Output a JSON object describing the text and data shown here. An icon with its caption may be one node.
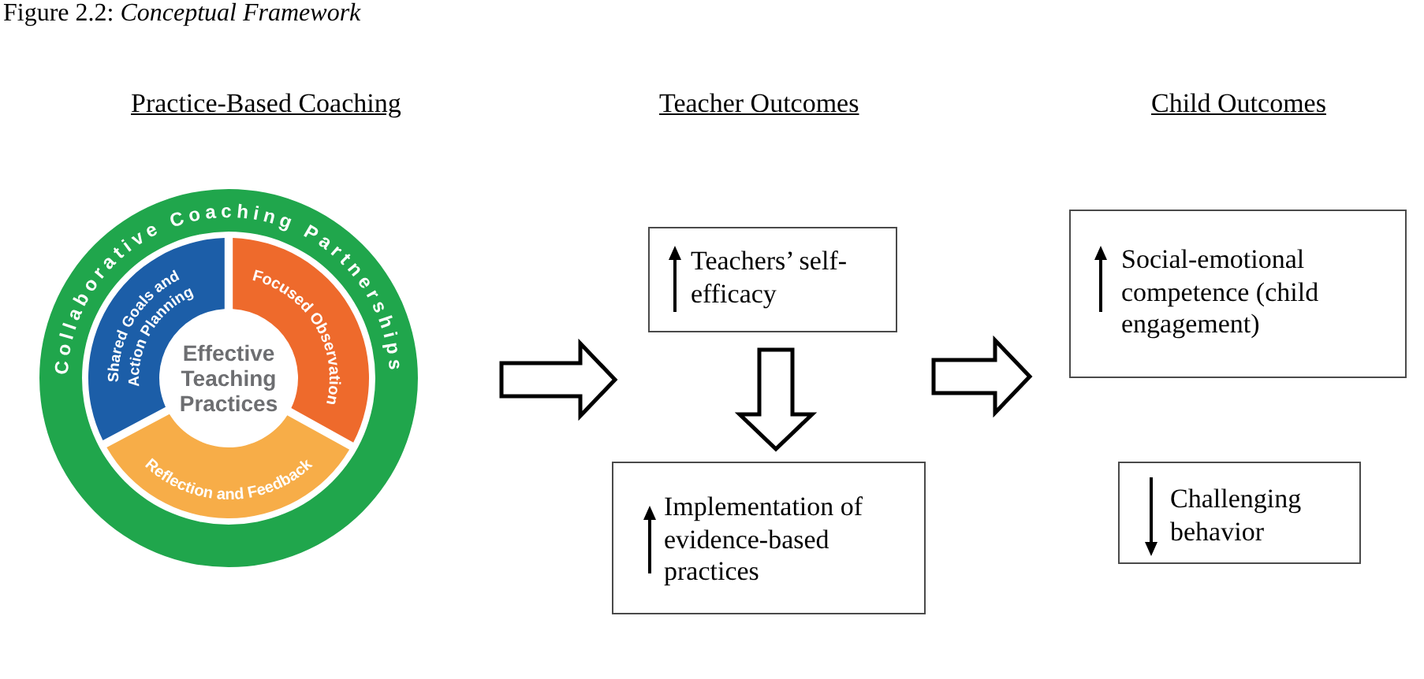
{
  "diagram": {
    "title": "Figure 2.2: *Conceptual Framework*",
    "nodes": [
      {
        "text": [
          "Collaborative Coaching Partnerships"
        ]
      },
      {
        "text": [
          "Shared Goals and Action Planning"
        ],
        "in": 0
      },
      {
        "text": [
          "Focused Observation"
        ],
        "in": 0
      },
      {
        "text": [
          "Reflection and Feedback"
        ],
        "in": 0
      },
      {
        "text": [
          "Effective Teaching Practices"
        ],
        "in": 0
      },
      {
        "text": [
          "Teachers’ self-efficacy"
        ]
      },
      {
        "text": [
          "Implementation of evidence-based practices"
        ]
      },
      {
        "text": [
          "Social-emotional competence (child engagement)"
        ]
      },
      {
        "text": [
          "Challenging behavior"
        ]
      }
    ],
    "edges": [
      {
        "from": 0,
        "to": 5,
        "arrow": "to"
      },
      {
        "from": 5,
        "to": 6,
        "arrow": "to"
      },
      {
        "from": 6,
        "to": 7,
        "arrow": "to"
      }
    ],
    "labels": [
      "Practice-Based Coaching",
      "Teacher Outcomes",
      "Child Outcomes"
    ]
  }
}
